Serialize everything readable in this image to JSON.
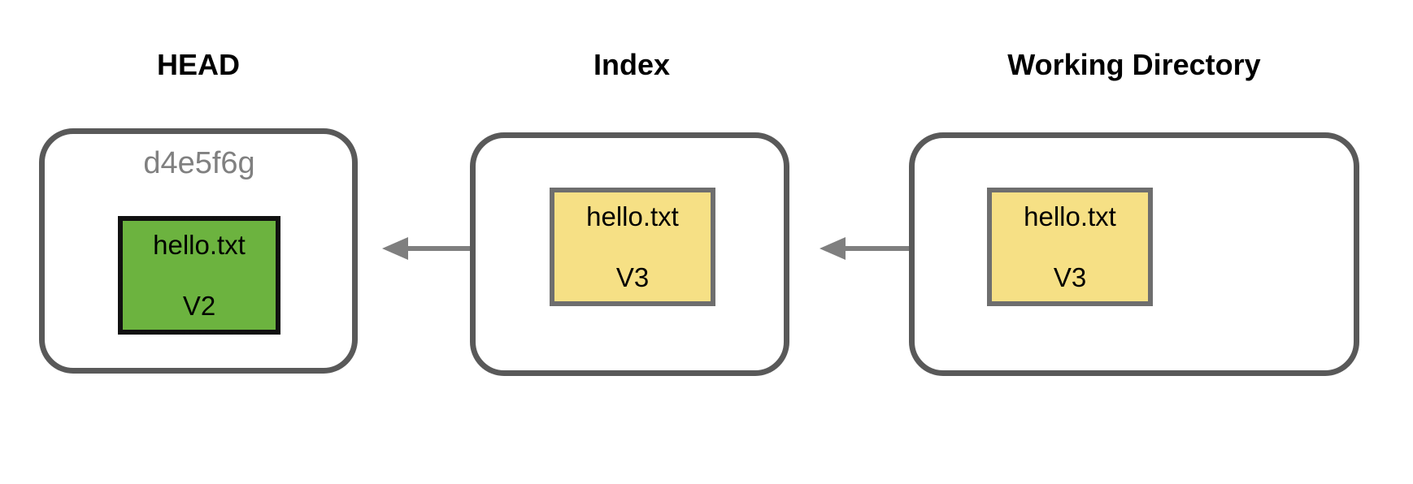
{
  "diagram": {
    "title": "Git three-trees state: HEAD, Index, Working Directory",
    "background_color": "#FFFFFF",
    "colors": {
      "panel_border": "#595959",
      "committed_file": "#6CB33F",
      "modified_file": "#F6E085",
      "arrow": "#7F7F7F",
      "hash_text": "#808080",
      "text": "#000000"
    }
  },
  "columns": [
    {
      "id": "head",
      "title": "HEAD",
      "commit_hash": "d4e5f6g",
      "file": {
        "name": "hello.txt",
        "version": "V2",
        "fill": "#6CB33F",
        "border": "#111111",
        "state": "committed"
      }
    },
    {
      "id": "index",
      "title": "Index",
      "commit_hash": "",
      "file": {
        "name": "hello.txt",
        "version": "V3",
        "fill": "#F6E085",
        "border": "#6E6E6E",
        "state": "staged"
      }
    },
    {
      "id": "working_directory",
      "title": "Working Directory",
      "commit_hash": "",
      "file": {
        "name": "hello.txt",
        "version": "V3",
        "fill": "#F6E085",
        "border": "#6E6E6E",
        "state": "modified"
      }
    }
  ],
  "arrows": [
    {
      "id": "index-to-head",
      "from": "index",
      "to": "head",
      "direction": "left",
      "color": "#7F7F7F"
    },
    {
      "id": "wd-to-index",
      "from": "working_directory",
      "to": "index",
      "direction": "left",
      "color": "#7F7F7F"
    }
  ]
}
